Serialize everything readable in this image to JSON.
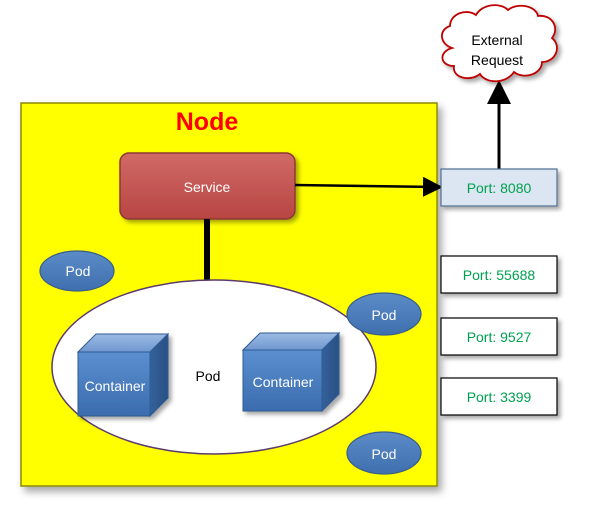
{
  "node": {
    "title": "Node"
  },
  "service": {
    "label": "Service"
  },
  "external_request": {
    "line1": "External",
    "line2": "Request"
  },
  "ports": [
    {
      "label": "Port: 8080"
    },
    {
      "label": "Port: 55688"
    },
    {
      "label": "Port: 9527"
    },
    {
      "label": "Port: 3399"
    }
  ],
  "pods": {
    "small_left": "Pod",
    "small_right_top": "Pod",
    "small_right_bottom": "Pod",
    "main": "Pod"
  },
  "containers": [
    {
      "label": "Container"
    },
    {
      "label": "Container"
    }
  ],
  "colors": {
    "node_fill": "#ffff00",
    "node_title": "#ff0000",
    "service_fill": "#c0504d",
    "service_stroke": "#8c3836",
    "pod_fill": "#4f81bd",
    "pod_stroke": "#385d8a",
    "port_highlight_fill": "#dce6f2",
    "port_text": "#00a050",
    "container_front": "#4f81bd",
    "container_top": "#7fa6d6",
    "container_side": "#2f5d95"
  }
}
